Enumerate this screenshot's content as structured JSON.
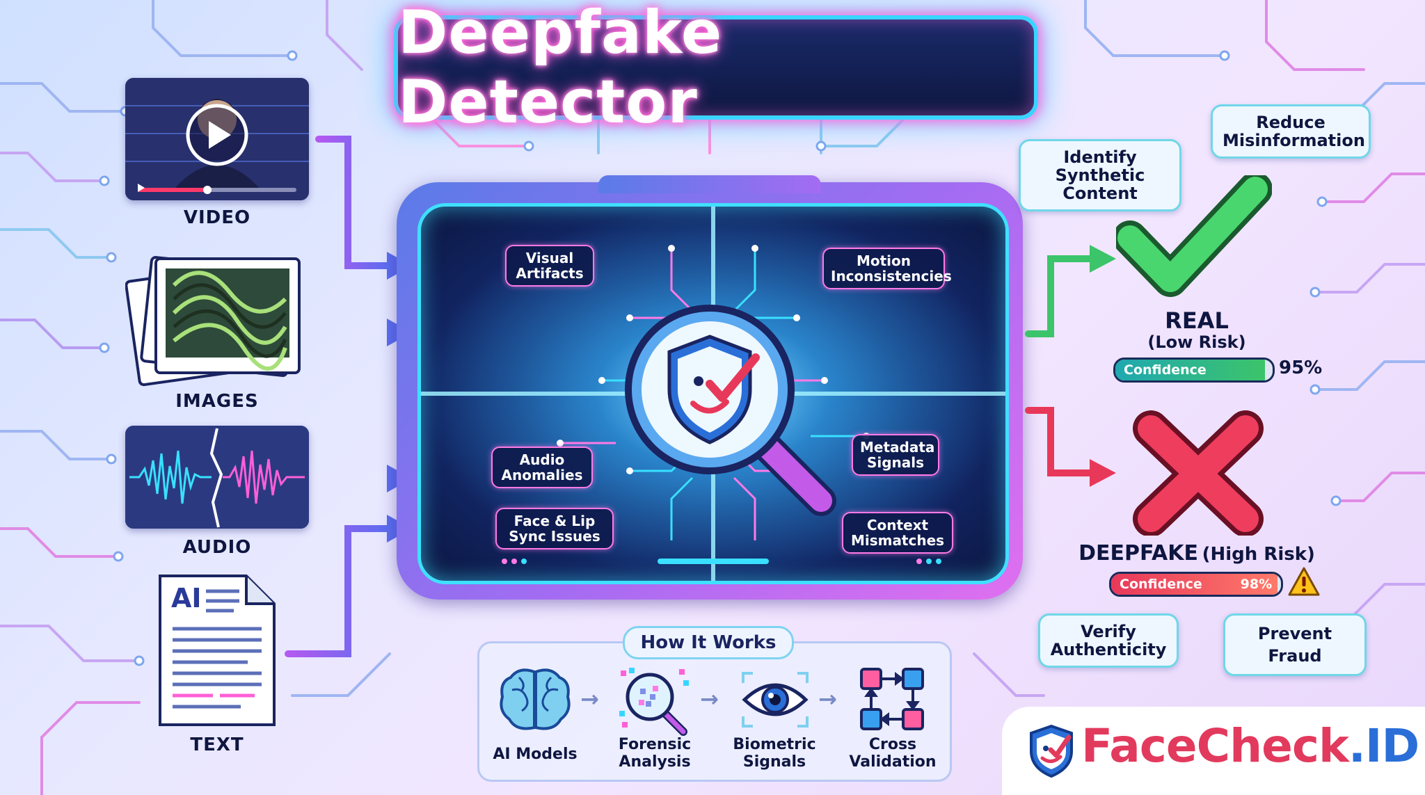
{
  "title": "Deepfake Detector",
  "inputs": [
    {
      "label": "VIDEO",
      "icon": "video-player-icon"
    },
    {
      "label": "IMAGES",
      "icon": "image-stack-icon"
    },
    {
      "label": "AUDIO",
      "icon": "audio-waveform-icon"
    },
    {
      "label": "TEXT",
      "icon": "ai-document-icon",
      "doc_badge": "AI"
    }
  ],
  "analysis_signals": [
    "Visual Artifacts",
    "Motion Inconsistencies",
    "Audio Anomalies",
    "Metadata Signals",
    "Face & Lip Sync Issues",
    "Context Mismatches"
  ],
  "center_icon": "magnifier-shield-icon",
  "benefits": {
    "identify": "Identify Synthetic Content",
    "reduce": "Reduce Misinformation",
    "verify": "Verify Authenticity",
    "prevent": "Prevent Fraud"
  },
  "results": {
    "real": {
      "label": "REAL",
      "sublabel": "(Low Risk)",
      "confidence_label": "Confidence",
      "confidence_value": "95%",
      "confidence": 0.95,
      "color": "#3cc46a"
    },
    "fake": {
      "label": "DEEPFAKE",
      "sublabel": "(High Risk)",
      "confidence_label": "Confidence",
      "confidence_value": "98%",
      "confidence": 0.98,
      "color": "#e8385a"
    }
  },
  "how_it_works": {
    "title": "How It Works",
    "steps": [
      {
        "label": "AI Models",
        "icon": "brain-icon"
      },
      {
        "label": "Forensic Analysis",
        "icon": "forensic-magnifier-icon"
      },
      {
        "label": "Biometric Signals",
        "icon": "eye-icon"
      },
      {
        "label": "Cross Validation",
        "icon": "cross-validation-icon"
      }
    ]
  },
  "brand": {
    "name": "FaceCheck",
    "suffix": ".ID"
  },
  "colors": {
    "neon_pink": "#ff5fd8",
    "neon_cyan": "#39d5ff",
    "navy": "#0e1640"
  }
}
